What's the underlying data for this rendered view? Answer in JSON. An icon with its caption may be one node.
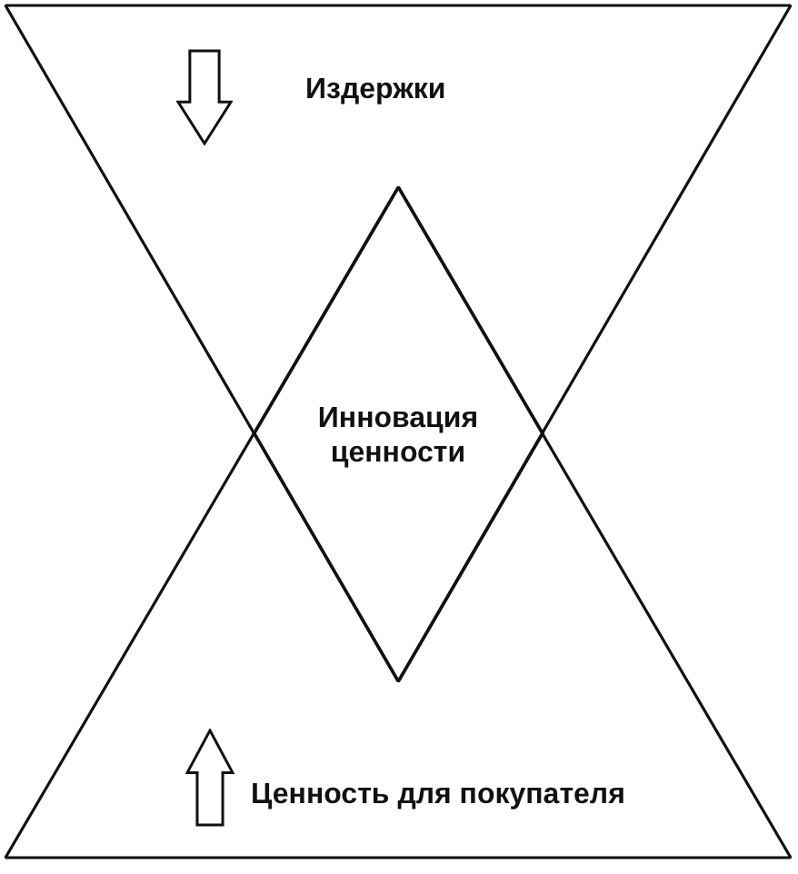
{
  "diagram": {
    "nodes": [
      {
        "text": [
          "Издержки"
        ]
      },
      {
        "text": [
          "Инновация ценности"
        ]
      },
      {
        "text": [
          "Ценность для покупателя"
        ]
      }
    ]
  }
}
